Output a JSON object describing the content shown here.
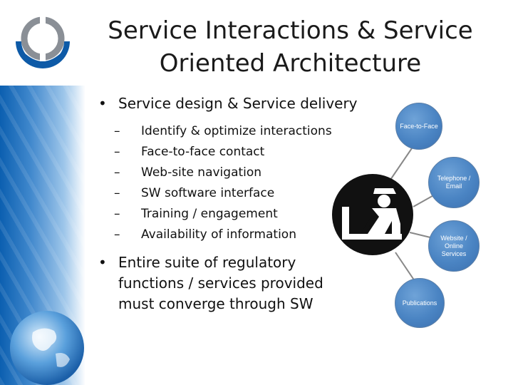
{
  "slide": {
    "title": "Service Interactions & Service Oriented Architecture",
    "bullets": [
      {
        "text": "Service design & Service delivery",
        "sub": [
          "Identify & optimize interactions",
          "Face-to-face contact",
          "Web-site navigation",
          "SW software interface",
          "Training / engagement",
          "Availability of information"
        ]
      },
      {
        "text": "Entire suite of regulatory functions / services provided must converge through SW",
        "sub": []
      }
    ],
    "bullet_glyph": "•",
    "sub_glyph": "–"
  },
  "diagram": {
    "nodes": [
      {
        "label": "Face-to-Face"
      },
      {
        "label": "Telephone / Email"
      },
      {
        "label": "Website / Online Services"
      },
      {
        "label": "Publications"
      }
    ]
  },
  "colors": {
    "node_blue": "#4a84c3",
    "band_blue": "#0b5fb0",
    "connector": "#888888"
  }
}
